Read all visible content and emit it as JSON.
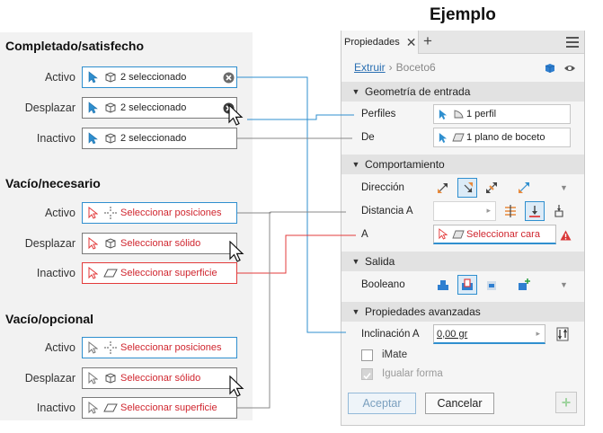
{
  "heading": "Ejemplo",
  "sections": [
    {
      "title": "Completado/satisfecho",
      "rows": [
        {
          "state": "Activo",
          "text": "2 seleccionado",
          "shape": "cube",
          "clear": true
        },
        {
          "state": "Desplazar",
          "text": "2 seleccionado",
          "shape": "cube",
          "clear": true
        },
        {
          "state": "Inactivo",
          "text": "2 seleccionado",
          "shape": "cube",
          "clear": false
        }
      ]
    },
    {
      "title": "Vacío/necesario",
      "rows": [
        {
          "state": "Activo",
          "text": "Seleccionar posiciones",
          "shape": "point"
        },
        {
          "state": "Desplazar",
          "text": "Seleccionar sólido",
          "shape": "cube"
        },
        {
          "state": "Inactivo",
          "text": "Seleccionar superficie",
          "shape": "plane"
        }
      ]
    },
    {
      "title": "Vacío/opcional",
      "rows": [
        {
          "state": "Activo",
          "text": "Seleccionar posiciones",
          "shape": "point"
        },
        {
          "state": "Desplazar",
          "text": "Seleccionar sólido",
          "shape": "cube"
        },
        {
          "state": "Inactivo",
          "text": "Seleccionar superficie",
          "shape": "plane"
        }
      ]
    }
  ],
  "panel": {
    "tab_label": "Propiedades",
    "breadcrumb": {
      "link": "Extruir",
      "current": "Boceto6"
    },
    "groups": {
      "input_geometry": "Geometría de entrada",
      "behavior": "Comportamiento",
      "output": "Salida",
      "advanced": "Propiedades avanzadas"
    },
    "fields": {
      "profiles_label": "Perfiles",
      "profiles_value": "1 perfil",
      "from_label": "De",
      "from_value": "1 plano de boceto",
      "direction_label": "Dirección",
      "distance_label": "Distancia A",
      "distance_value": "",
      "to_label": "A",
      "to_value": "Seleccionar cara",
      "boolean_label": "Booleano",
      "taper_label": "Inclinación A",
      "taper_value": "0,00 gr",
      "imate_label": "iMate",
      "match_shape_label": "Igualar forma"
    },
    "buttons": {
      "ok": "Aceptar",
      "cancel": "Cancelar"
    }
  },
  "colors": {
    "accent": "#2f8fcf",
    "required": "#e33b3b",
    "required_text": "#d0262f",
    "link": "#2a6fb2"
  }
}
